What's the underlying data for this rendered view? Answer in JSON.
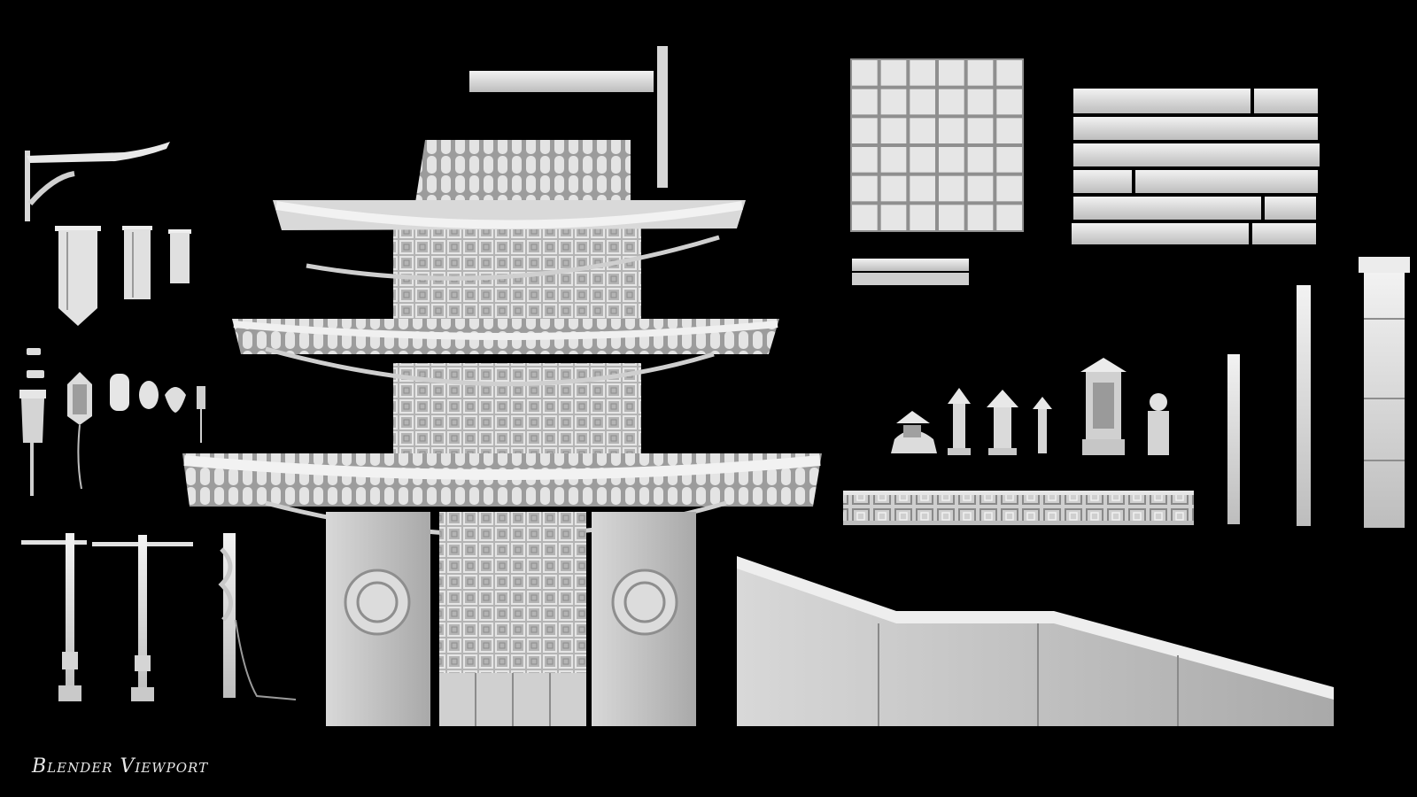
{
  "viewport": {
    "caption": "Blender Viewport",
    "background": "#000000",
    "model_color": "#e6e6e6",
    "shadow_color": "#8a8a8a"
  },
  "assets": {
    "pagoda": {
      "roof_tiers": 3,
      "door_panels": 4
    },
    "floor_tile_grid": {
      "rows": 6,
      "cols": 6
    },
    "stone_lanterns": 6,
    "banners": 3,
    "hanging_lanterns": 6,
    "lamp_posts": 3,
    "pillars": 3
  }
}
